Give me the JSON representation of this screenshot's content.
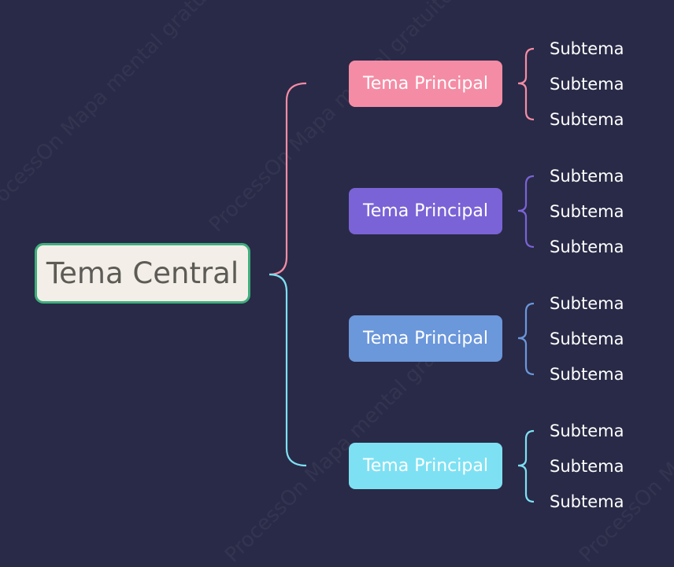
{
  "watermark": "ProcessOn Mapa mental gratuito",
  "central_topic": "Tema Central",
  "branches": [
    {
      "label": "Tema Principal",
      "color": "#f58ca5",
      "subtopics": [
        "Subtema",
        "Subtema",
        "Subtema"
      ]
    },
    {
      "label": "Tema Principal",
      "color": "#7a63d6",
      "subtopics": [
        "Subtema",
        "Subtema",
        "Subtema"
      ]
    },
    {
      "label": "Tema Principal",
      "color": "#6b97db",
      "subtopics": [
        "Subtema",
        "Subtema",
        "Subtema"
      ]
    },
    {
      "label": "Tema Principal",
      "color": "#7de1f3",
      "subtopics": [
        "Subtema",
        "Subtema",
        "Subtema"
      ]
    }
  ],
  "colors": {
    "background": "#292a47",
    "central_border": "#3fae7d",
    "central_fill": "#f3efe8"
  }
}
